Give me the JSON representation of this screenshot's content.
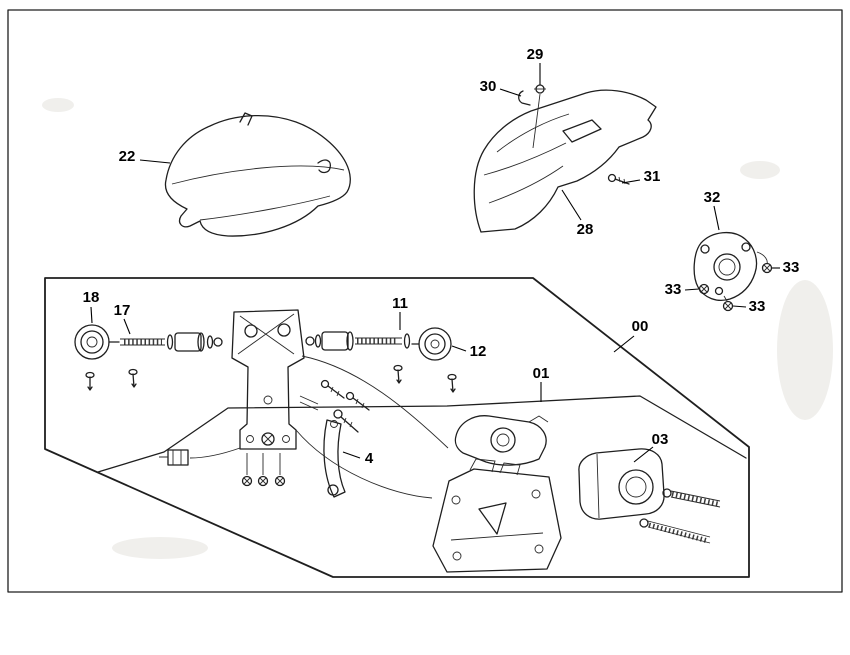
{
  "colors": {
    "background": "#ffffff",
    "line": "#1f1f1f"
  },
  "callouts": {
    "c22": "22",
    "c29": "29",
    "c30": "30",
    "c31": "31",
    "c28": "28",
    "c32": "32",
    "c33a": "33",
    "c33b": "33",
    "c33c": "33",
    "c00": "00",
    "c01": "01",
    "c18": "18",
    "c17": "17",
    "c11": "11",
    "c12": "12",
    "c4": "4",
    "c03": "03"
  }
}
